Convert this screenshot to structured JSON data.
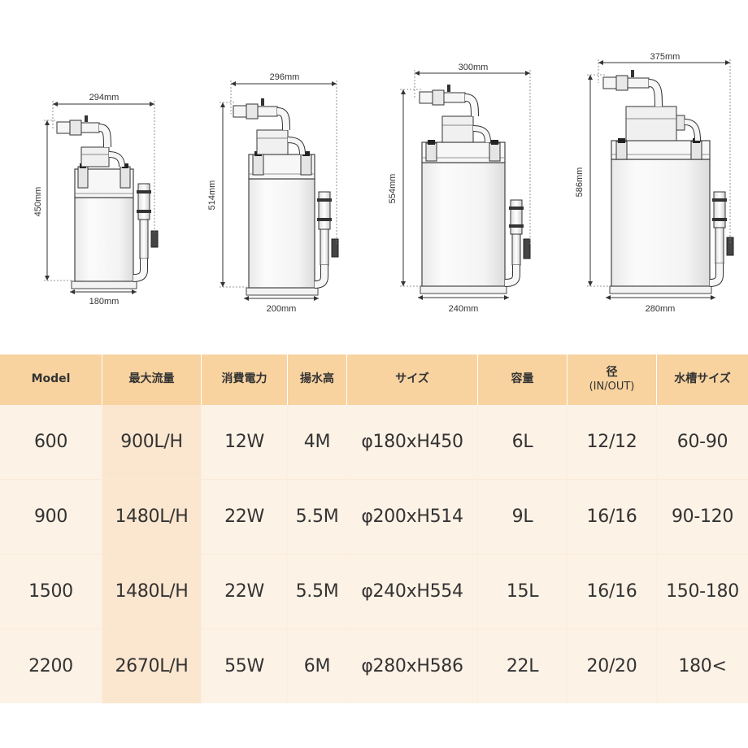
{
  "diagrams": [
    {
      "height_label": "450mm",
      "width_label": "294mm",
      "base_label": "180mm"
    },
    {
      "height_label": "514mm",
      "width_label": "296mm",
      "base_label": "200mm"
    },
    {
      "height_label": "554mm",
      "width_label": "300mm",
      "base_label": "240mm"
    },
    {
      "height_label": "586mm",
      "width_label": "375mm",
      "base_label": "280mm"
    }
  ],
  "table": {
    "headers": [
      {
        "label": "Model",
        "sub": ""
      },
      {
        "label": "最大流量",
        "sub": ""
      },
      {
        "label": "消費電力",
        "sub": ""
      },
      {
        "label": "揚水高",
        "sub": ""
      },
      {
        "label": "サイズ",
        "sub": ""
      },
      {
        "label": "容量",
        "sub": ""
      },
      {
        "label": "径",
        "sub": "(IN/OUT)"
      },
      {
        "label": "水槽サイズ",
        "sub": ""
      }
    ],
    "rows": [
      [
        "600",
        "900L/H",
        "12W",
        "4M",
        "φ180xH450",
        "6L",
        "12/12",
        "60-90"
      ],
      [
        "900",
        "1480L/H",
        "22W",
        "5.5M",
        "φ200xH514",
        "9L",
        "16/16",
        "90-120"
      ],
      [
        "1500",
        "1480L/H",
        "22W",
        "5.5M",
        "φ240xH554",
        "15L",
        "16/16",
        "150-180"
      ],
      [
        "2200",
        "2670L/H",
        "55W",
        "6M",
        "φ280xH586",
        "22L",
        "20/20",
        "180<"
      ]
    ]
  }
}
